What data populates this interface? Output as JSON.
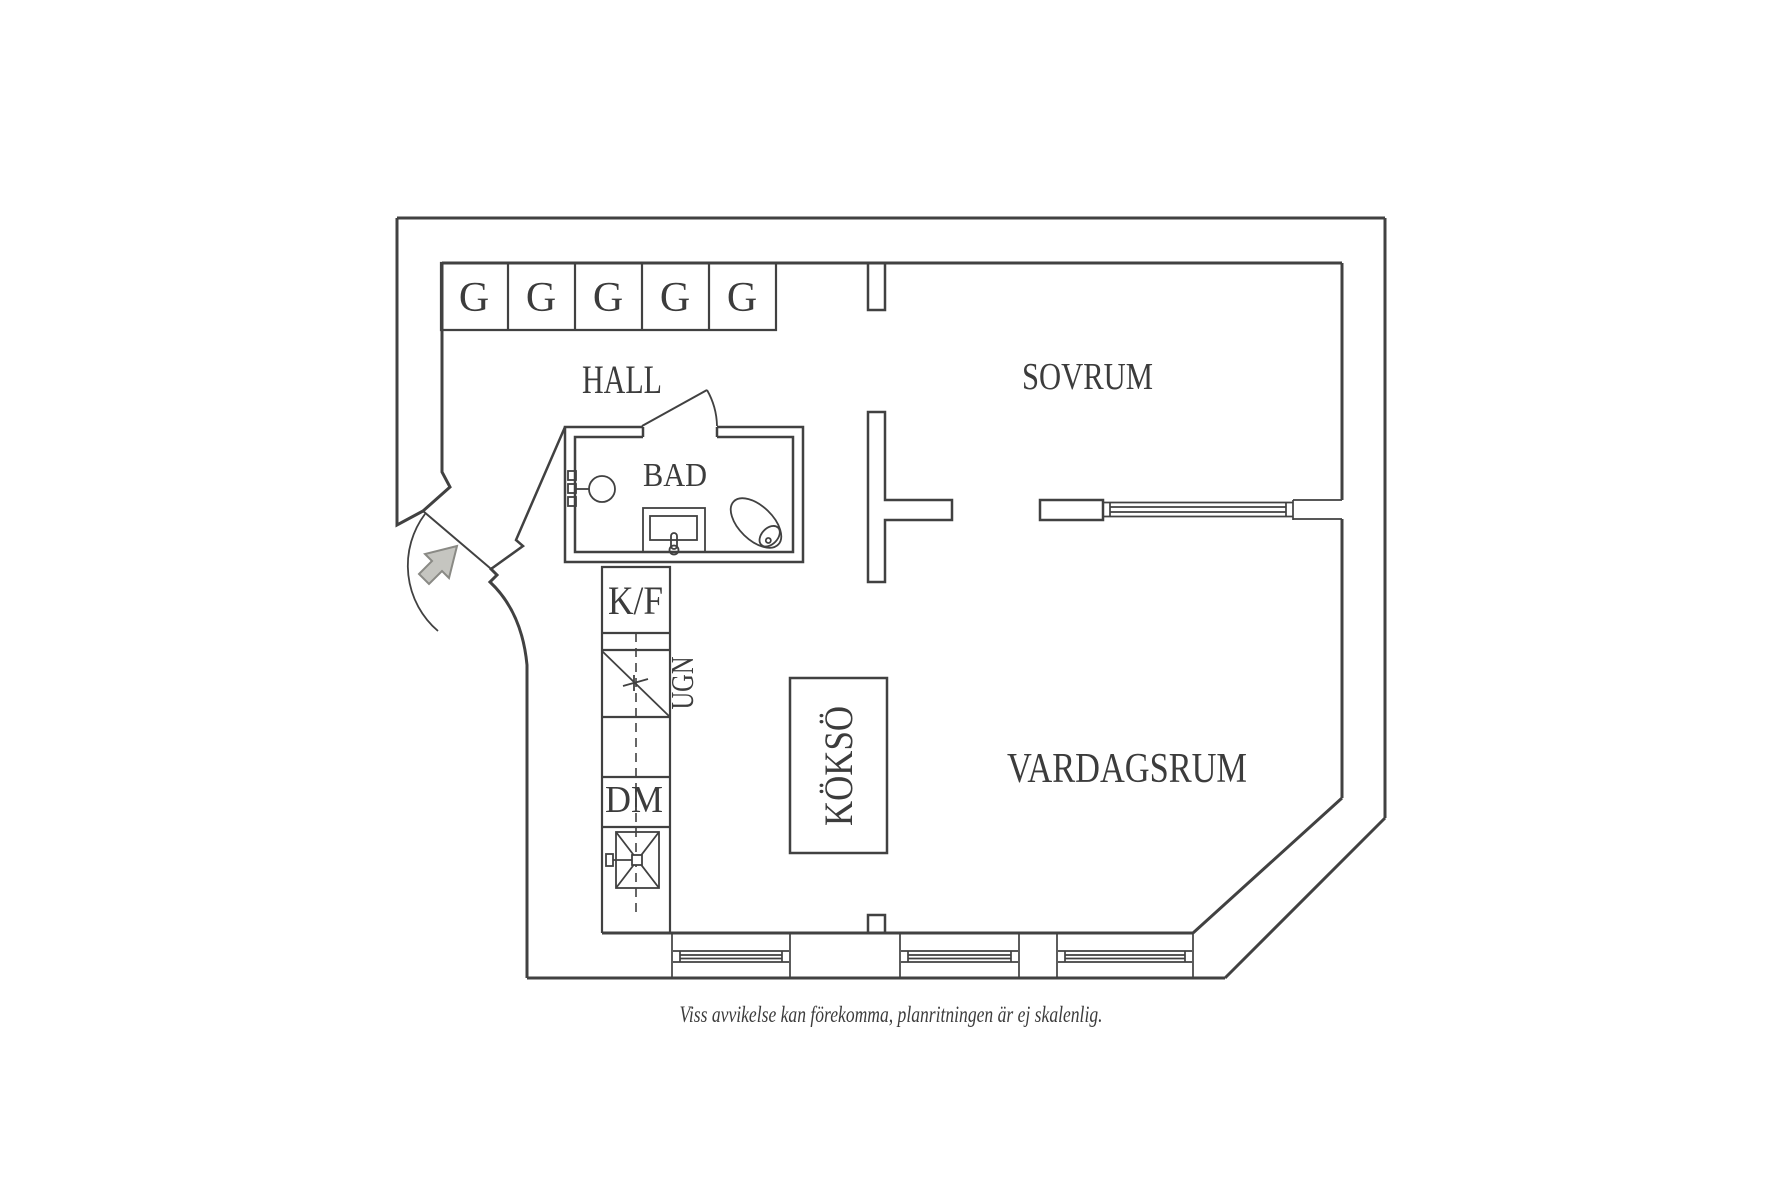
{
  "floorplan": {
    "rooms": {
      "hall": "HALL",
      "sovrum": "SOVRUM",
      "bad": "BAD",
      "vardagsrum": "VARDAGSRUM",
      "kokso": "KÖKSÖ"
    },
    "appliances": {
      "fridge_freezer": "K/F",
      "oven": "UGN",
      "dishwasher": "DM"
    },
    "closets": [
      "G",
      "G",
      "G",
      "G",
      "G"
    ],
    "caption": "Viss avvikelse kan förekomma, planritningen är ej skalenlig.",
    "colors": {
      "line": "#414141",
      "text": "#3c3c3c",
      "arrow_fill": "#c5c5c0",
      "arrow_stroke": "#8a8a85",
      "background": "#ffffff"
    }
  }
}
